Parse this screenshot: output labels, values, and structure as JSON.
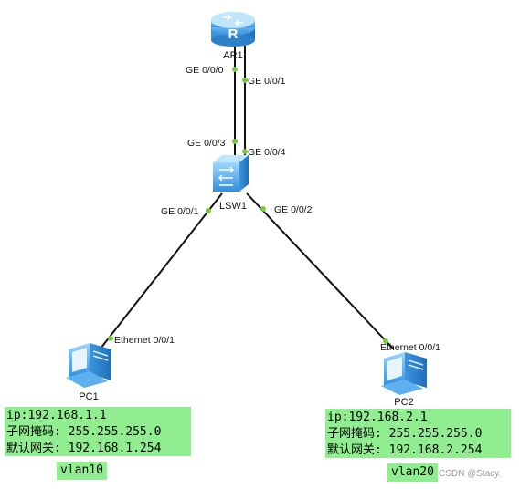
{
  "devices": {
    "router": {
      "label": "AR1",
      "icon": "router-icon"
    },
    "switch": {
      "label": "LSW1",
      "icon": "switch-icon"
    },
    "pc1": {
      "label": "PC1",
      "icon": "pc-icon"
    },
    "pc2": {
      "label": "PC2",
      "icon": "pc-icon"
    }
  },
  "ports": {
    "ar1_ge000": "GE 0/0/0",
    "ar1_ge001": "GE 0/0/1",
    "lsw1_ge003": "GE 0/0/3",
    "lsw1_ge004": "GE 0/0/4",
    "lsw1_ge001": "GE 0/0/1",
    "lsw1_ge002": "GE 0/0/2",
    "pc1_eth": "Ethernet 0/0/1",
    "pc2_eth": "Ethernet 0/0/1"
  },
  "pc1_info": {
    "ip": "ip:192.168.1.1",
    "mask": "子网掩码: 255.255.255.0",
    "gateway": "默认网关: 192.168.1.254",
    "vlan": "vlan10"
  },
  "pc2_info": {
    "ip": "ip:192.168.2.1",
    "mask": "子网掩码: 255.255.255.0",
    "gateway": "默认网关: 192.168.2.254",
    "vlan": "vlan20"
  },
  "watermark": "CSDN @Stacy.",
  "colors": {
    "link": "#111111",
    "port_dot": "#7ac943",
    "highlight": "#90ee90",
    "device_blue": "#4aa3e8"
  }
}
